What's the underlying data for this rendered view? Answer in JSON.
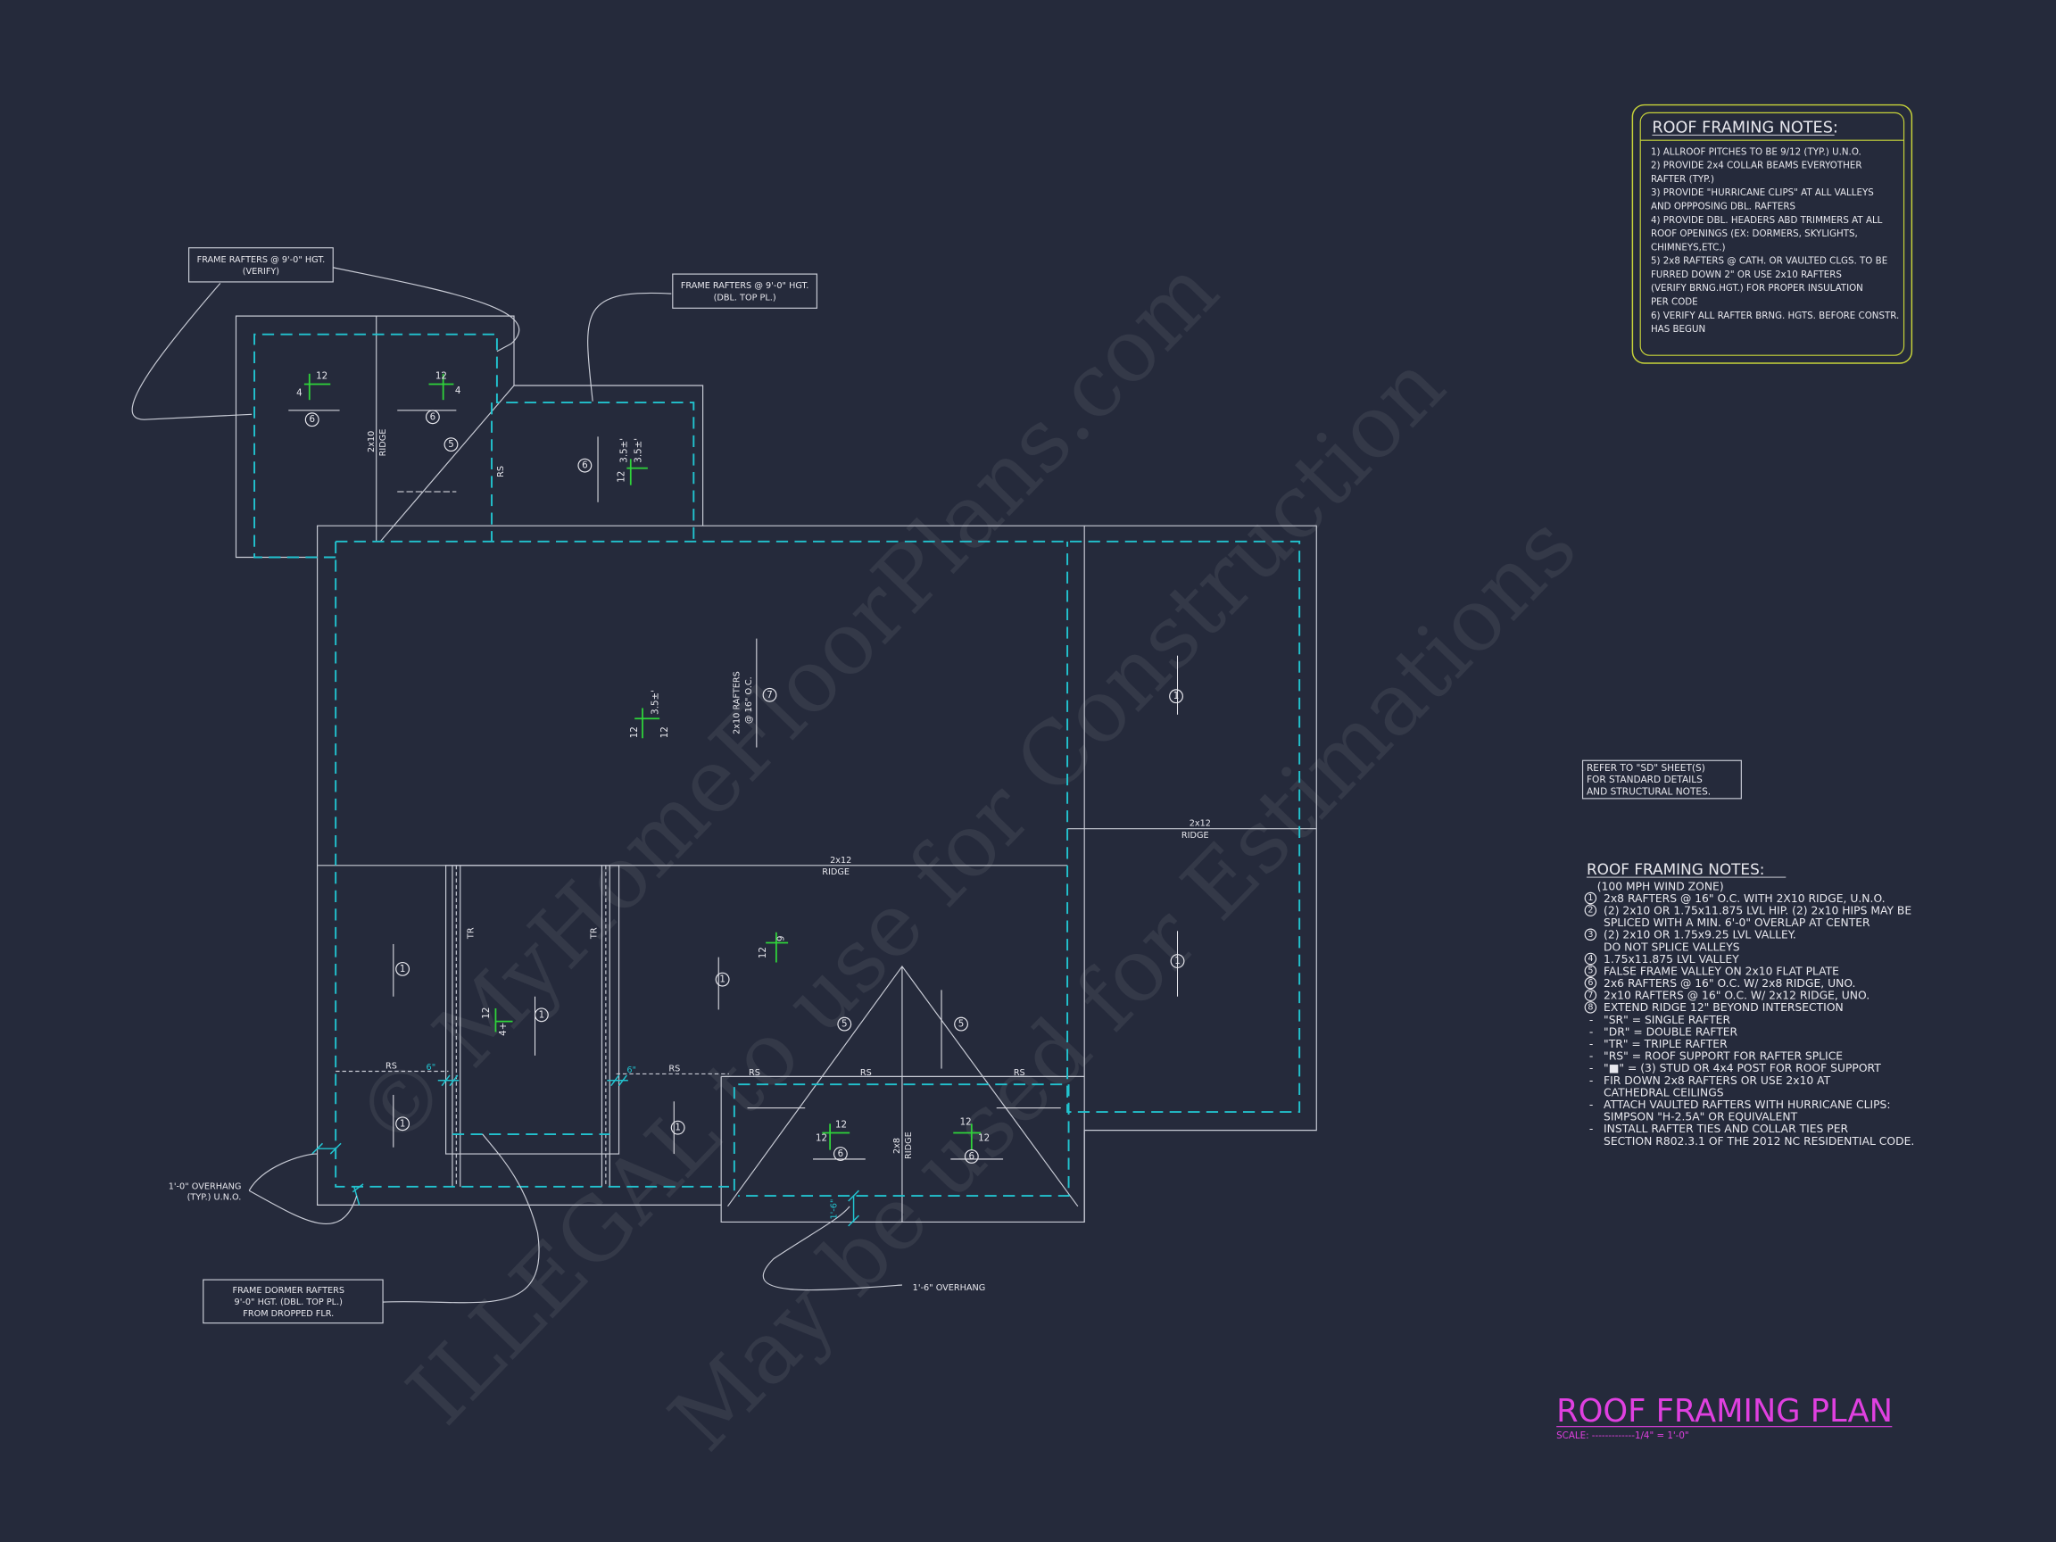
{
  "watermark": {
    "line1": "© MyHomeFloorPlans.com",
    "line2": "ILLEGAL to use for Construction",
    "line3": "May be used for Estimations"
  },
  "notes_box": {
    "title": "ROOF FRAMING NOTES:",
    "lines": [
      "1) ALLROOF PITCHES TO BE  9/12 (TYP.) U.N.O.",
      "2) PROVIDE 2x4 COLLAR BEAMS EVERYOTHER",
      "    RAFTER (TYP.)",
      "3) PROVIDE \"HURRICANE CLIPS\" AT ALL VALLEYS",
      "    AND OPPPOSING DBL. RAFTERS",
      "4) PROVIDE DBL. HEADERS ABD TRIMMERS AT ALL",
      "   ROOF OPENINGS (EX: DORMERS, SKYLIGHTS,",
      "   CHIMNEYS,ETC.)",
      "5) 2x8 RAFTERS @ CATH. OR VAULTED CLGS. TO BE",
      "   FURRED DOWN 2\" OR USE 2x10 RAFTERS",
      "   (VERIFY BRNG.HGT.) FOR PROPER INSULATION",
      "   PER CODE",
      "6) VERIFY ALL RAFTER BRNG. HGTS. BEFORE CONSTR.",
      "   HAS BEGUN"
    ],
    "border_color": "#c8d43a"
  },
  "refer_note": {
    "lines": [
      "REFER TO \"SD\" SHEET(S)",
      "FOR STANDARD DETAILS",
      "AND STRUCTURAL NOTES."
    ]
  },
  "legend_notes": {
    "title": "ROOF FRAMING NOTES:",
    "subtitle": "(100 MPH WIND ZONE)",
    "items": [
      {
        "num": "1",
        "lines": [
          "2x8 RAFTERS @ 16\" O.C. WITH 2X10 RIDGE, U.N.O."
        ]
      },
      {
        "num": "2",
        "lines": [
          "(2) 2x10 OR 1.75x11.875 LVL HIP. (2) 2x10 HIPS MAY BE",
          "SPLICED WITH A MIN. 6'-0\" OVERLAP AT CENTER"
        ]
      },
      {
        "num": "3",
        "lines": [
          "(2) 2x10 OR 1.75x9.25 LVL VALLEY.",
          "DO NOT SPLICE VALLEYS"
        ]
      },
      {
        "num": "4",
        "lines": [
          "1.75x11.875 LVL VALLEY"
        ]
      },
      {
        "num": "5",
        "lines": [
          "FALSE FRAME VALLEY ON 2x10 FLAT PLATE"
        ]
      },
      {
        "num": "6",
        "lines": [
          "2x6 RAFTERS @ 16\" O.C. W/ 2x8 RIDGE, UNO."
        ]
      },
      {
        "num": "7",
        "lines": [
          "2x10 RAFTERS @ 16\" O.C. W/ 2x12 RIDGE, UNO."
        ]
      },
      {
        "num": "8",
        "lines": [
          "EXTEND RIDGE 12\" BEYOND INTERSECTION"
        ]
      }
    ],
    "bullets": [
      [
        "\"SR\" = SINGLE RAFTER"
      ],
      [
        "\"DR\" = DOUBLE RAFTER"
      ],
      [
        "\"TR\" = TRIPLE RAFTER"
      ],
      [
        "\"RS\" = ROOF SUPPORT FOR RAFTER SPLICE"
      ],
      [
        "\"■\"  = (3) STUD OR 4x4 POST FOR ROOF SUPPORT"
      ],
      [
        "FIR DOWN 2x8 RAFTERS OR USE 2x10 AT",
        "CATHEDRAL CEILINGS"
      ],
      [
        "ATTACH VAULTED RAFTERS WITH HURRICANE CLIPS:",
        "SIMPSON \"H-2.5A\" OR EQUIVALENT"
      ],
      [
        "INSTALL RAFTER TIES AND COLLAR TIES PER",
        "SECTION R802.3.1 OF THE 2012 NC RESIDENTIAL CODE."
      ]
    ],
    "bullet_mark": "-"
  },
  "title_block": {
    "title": "ROOF FRAMING PLAN",
    "scale": "SCALE: -------------1/4\" = 1'-0\"",
    "color": "#e040e0"
  },
  "callouts": {
    "frame_rafters_verify": [
      "FRAME RAFTERS @ 9'-0\" HGT.",
      "(VERIFY)"
    ],
    "frame_rafters_dbl": [
      "FRAME RAFTERS @ 9'-0\" HGT.",
      "(DBL. TOP PL.)"
    ],
    "frame_dormer": [
      "FRAME DORMER RAFTERS",
      "9'-0\" HGT. (DBL. TOP PL.)",
      "FROM DROPPED FLR."
    ],
    "overhang_1": [
      "1'-0\" OVERHANG",
      "(TYP.) U.N.O."
    ],
    "overhang_2": "1'-6\" OVERHANG"
  },
  "plan": {
    "ridge_2x12": "2x12",
    "ridge_word": "RIDGE",
    "ridge_2x10": "2x10",
    "ridge_2x8": "2x8",
    "rafters_main": [
      "2x10 RAFTERS",
      "@ 16\" O.C."
    ],
    "rs": "RS",
    "tr": "TR",
    "six_in": "6\"",
    "dim_1_6": "1'-6\"",
    "pitch": {
      "twelve": "12",
      "four": "4",
      "nine": "9",
      "four_plus": "4+",
      "three_five": "3.5±'"
    },
    "tags": {
      "t1": "1",
      "t5": "5",
      "t6": "6",
      "t7": "7"
    }
  },
  "colors": {
    "background": "#252a3b",
    "line": "#c9ccd6",
    "dashed": "#22c3cf",
    "pitch": "#2fd43a"
  }
}
